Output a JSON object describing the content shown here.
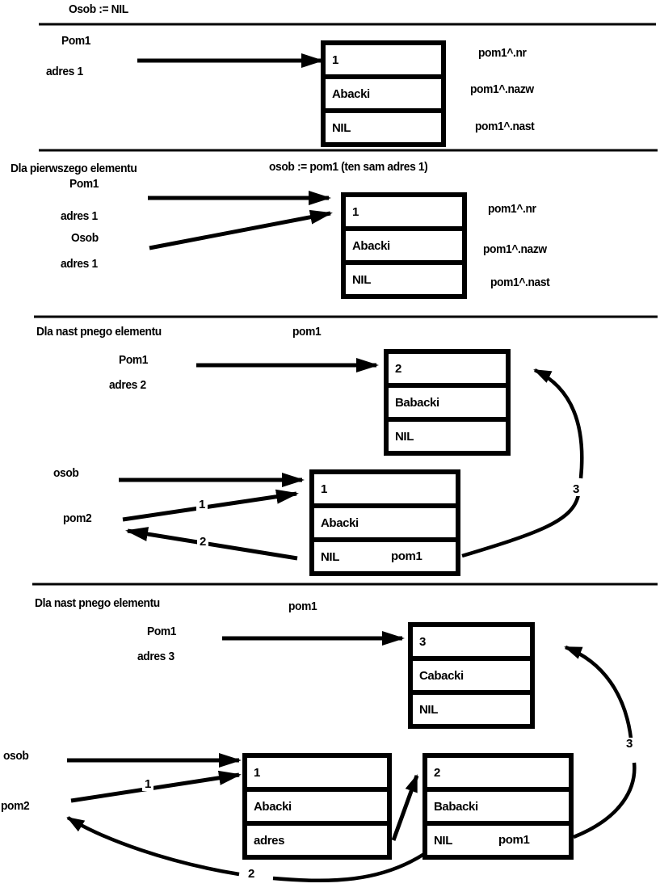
{
  "page": {
    "background": "#ffffff",
    "ink": "#000000"
  },
  "sections": [
    {
      "title": "Osob := NIL",
      "pointers": [
        {
          "name": "Pom1",
          "addr": "adres 1"
        }
      ],
      "node": {
        "cells": [
          "1",
          "Abacki",
          "NIL"
        ]
      },
      "field_labels": [
        "pom1^.nr",
        "pom1^.nazw",
        "pom1^.nast"
      ]
    },
    {
      "heading": "Dla pierwszego elementu",
      "title": "osob := pom1 (ten sam adres 1)",
      "pointers": [
        {
          "name": "Pom1",
          "addr": "adres 1"
        },
        {
          "name": "Osob",
          "addr": "adres 1"
        }
      ],
      "node": {
        "cells": [
          "1",
          "Abacki",
          "NIL"
        ]
      },
      "field_labels": [
        "pom1^.nr",
        "pom1^.nazw",
        "pom1^.nast"
      ]
    },
    {
      "heading": "Dla nast pnego elementu",
      "title": "pom1",
      "pointers": [
        {
          "name": "Pom1",
          "addr": "adres 2"
        }
      ],
      "vars": [
        "osob",
        "pom2"
      ],
      "node_new": {
        "cells": [
          "2",
          "Babacki",
          "NIL"
        ]
      },
      "node_first": {
        "cells": [
          "1",
          "Abacki",
          "NIL"
        ],
        "extra": "pom1"
      },
      "arrow_labels": {
        "a1": "1",
        "a2": "2",
        "a3": "3"
      }
    },
    {
      "heading": "Dla nast pnego elementu",
      "title": "pom1",
      "pointers": [
        {
          "name": "Pom1",
          "addr": "adres 3"
        }
      ],
      "vars": [
        "osob",
        "pom2"
      ],
      "node_new": {
        "cells": [
          "3",
          "Cabacki",
          "NIL"
        ]
      },
      "node_first": {
        "cells": [
          "1",
          "Abacki",
          "adres"
        ]
      },
      "node_second": {
        "cells": [
          "2",
          "Babacki",
          "NIL"
        ],
        "extra": "pom1"
      },
      "arrow_labels": {
        "a1": "1",
        "a2": "2",
        "a3": "3"
      }
    }
  ]
}
